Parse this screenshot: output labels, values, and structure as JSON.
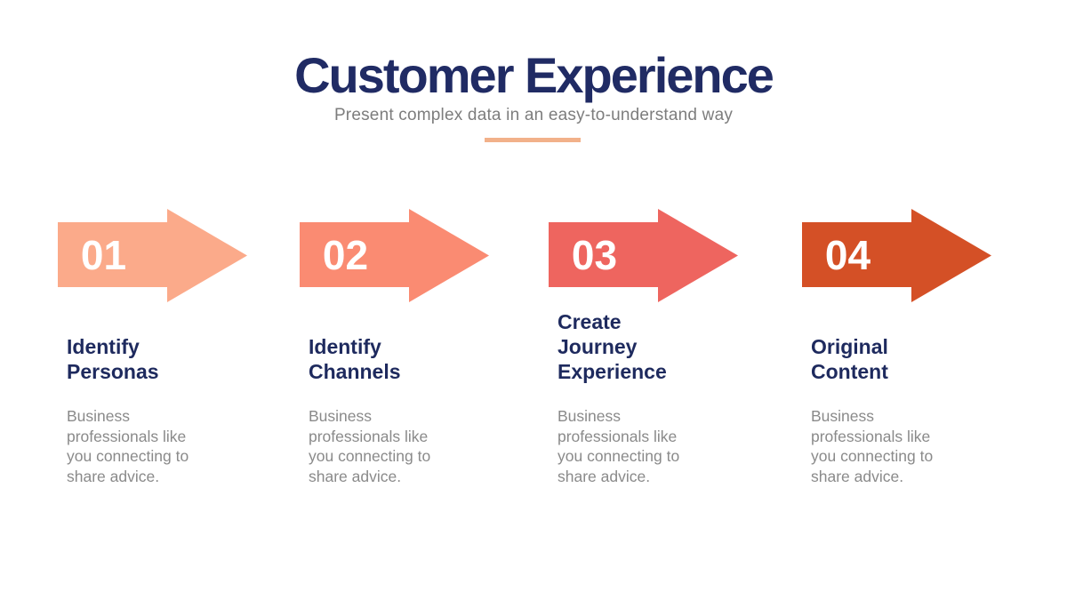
{
  "slide": {
    "title": "Customer Experience",
    "subtitle": "Present complex data in an easy-to-understand way",
    "colors": {
      "title_navy": "#202B64",
      "heading_navy": "#1E2A5E",
      "subtitle_gray": "#7D7D7D",
      "description_gray": "#8A8A8A",
      "accent_underline": "#F2B18A",
      "background": "#FFFFFF",
      "number_text": "#FFFFFF"
    }
  },
  "steps": [
    {
      "number": "01",
      "arrow_color": "#FBAA8A",
      "heading": "Identify\nPersonas",
      "description": "Business\nprofessionals like\nyou connecting to\nshare advice."
    },
    {
      "number": "02",
      "arrow_color": "#FA8B72",
      "heading": "Identify\nChannels",
      "description": "Business\nprofessionals like\nyou connecting to\nshare advice."
    },
    {
      "number": "03",
      "arrow_color": "#EE655F",
      "heading": "Create\nJourney\nExperience",
      "description": "Business\nprofessionals like\nyou connecting to\nshare advice."
    },
    {
      "number": "04",
      "arrow_color": "#D45026",
      "heading": "Original\nContent",
      "description": "Business\nprofessionals like\nyou connecting to\nshare advice."
    }
  ]
}
